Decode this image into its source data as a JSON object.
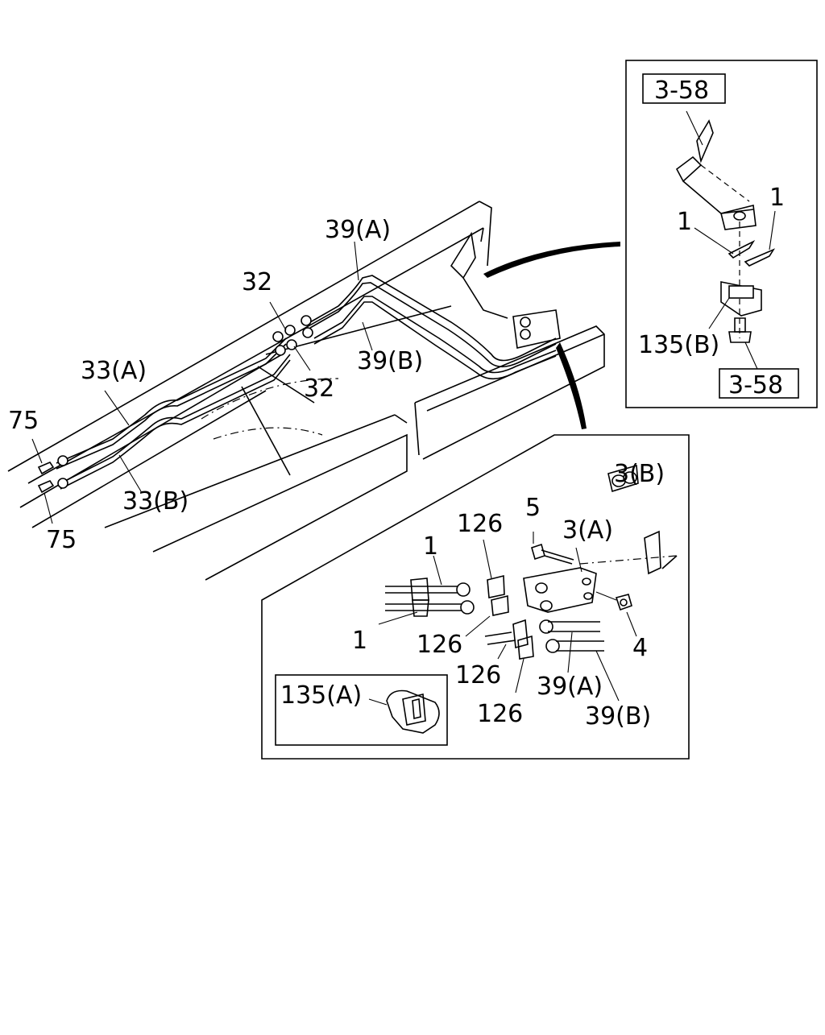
{
  "diagram": {
    "labels": {
      "l39a_main": "39(A)",
      "l39b_main": "39(B)",
      "l32_top": "32",
      "l32_bottom": "32",
      "l33a": "33(A)",
      "l33b": "33(B)",
      "l75_top": "75",
      "l75_bottom": "75",
      "ref_3_58_top": "3-58",
      "ref_3_58_bottom": "3-58",
      "inset1_l1_left": "1",
      "inset1_l1_right": "1",
      "l135b": "135(B)",
      "l3b": "3(B)",
      "l5": "5",
      "l3a": "3(A)",
      "l126_top": "126",
      "l1_upper": "1",
      "l1_lower": "1",
      "l126_mid": "126",
      "l126_lower": "126",
      "l126_bottom": "126",
      "l4": "4",
      "l39a_detail": "39(A)",
      "l39b_detail": "39(B)",
      "l135a": "135(A)"
    }
  }
}
